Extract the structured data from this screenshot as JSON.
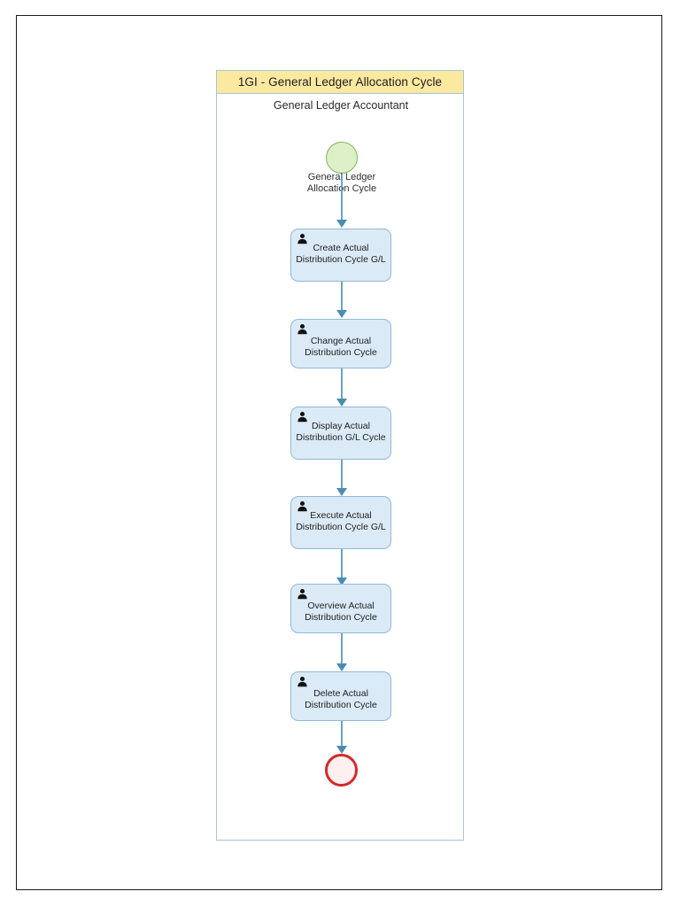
{
  "pool": {
    "title": "1GI - General Ledger Allocation Cycle",
    "lane_label": "General Ledger Accountant",
    "header_color": "#fbe9a0",
    "border_color": "#a8c4dd"
  },
  "diagram": {
    "type": "bpmn-process-flow",
    "connector_color": "#6ba4c8",
    "start_event": {
      "name": "start-event",
      "label": "General Ledger\nAllocation Cycle",
      "label_line1": "General Ledger",
      "label_line2": "Allocation Cycle",
      "fill": "#ddf0c8",
      "stroke": "#82b35c"
    },
    "end_event": {
      "name": "end-event",
      "label": "",
      "fill": "#fdf0ef",
      "stroke": "#d42a2a"
    },
    "tasks": [
      {
        "id": "create-actual-distribution-cycle-gl",
        "label": "Create Actual Distribution Cycle G/L",
        "icon": "user-task-icon",
        "lines": 3
      },
      {
        "id": "change-actual-distribution-cycle",
        "label": "Change Actual Distribution Cycle",
        "icon": "user-task-icon",
        "lines": 2
      },
      {
        "id": "display-actual-distribution-gl-cycle",
        "label": "Display Actual Distribution G/L Cycle",
        "icon": "user-task-icon",
        "lines": 3
      },
      {
        "id": "execute-actual-distribution-cycle-gl",
        "label": "Execute Actual Distribution Cycle G/L",
        "icon": "user-task-icon",
        "lines": 3
      },
      {
        "id": "overview-actual-distribution-cycle",
        "label": "Overview Actual Distribution Cycle",
        "icon": "user-task-icon",
        "lines": 2
      },
      {
        "id": "delete-actual-distribution-cycle",
        "label": "Delete Actual Distribution Cycle",
        "icon": "user-task-icon",
        "lines": 2
      }
    ],
    "task_fill": "#dbeaf7",
    "task_stroke": "#8fb9d6"
  }
}
